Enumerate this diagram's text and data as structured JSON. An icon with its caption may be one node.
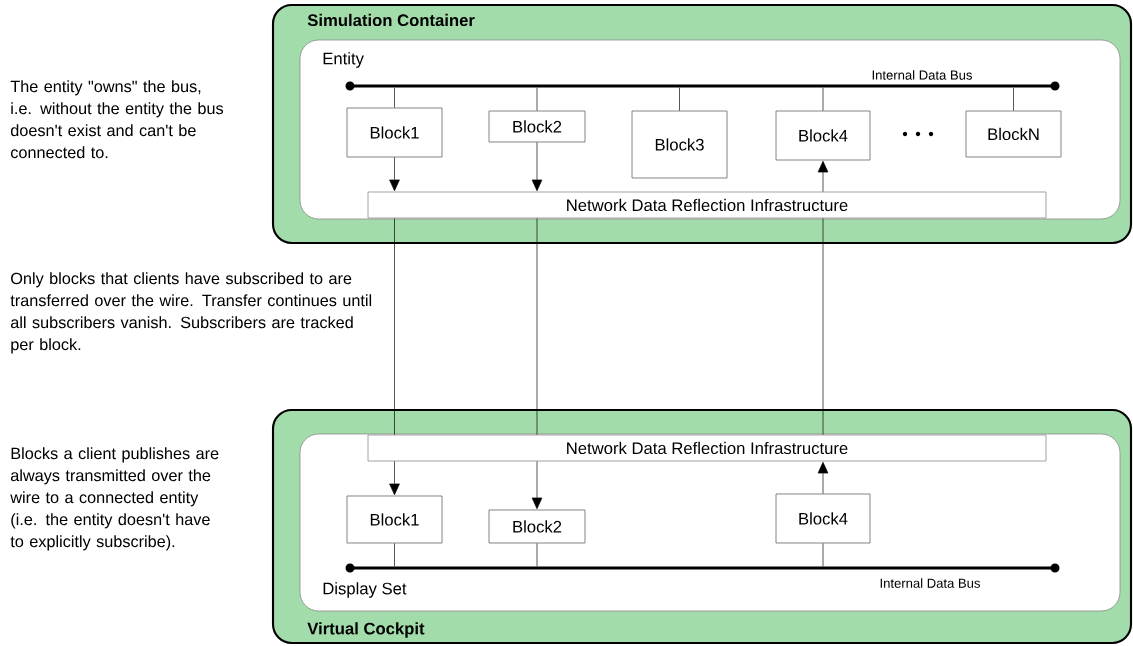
{
  "diagram": {
    "nodes": [
      {
        "text": [
          "Simulation Container"
        ]
      },
      {
        "text": [
          "Entity"
        ],
        "in": 0
      },
      {
        "text": [
          "Internal Data Bus"
        ],
        "in": 1
      },
      {
        "text": [
          "Block1"
        ],
        "in": 1
      },
      {
        "text": [
          "Block2"
        ],
        "in": 1
      },
      {
        "text": [
          "Block3"
        ],
        "in": 1
      },
      {
        "text": [
          "Block4"
        ],
        "in": 1
      },
      {
        "text": [
          "BlockN"
        ],
        "in": 1
      },
      {
        "text": [
          "Network Data Reflection Infrastructure"
        ],
        "in": 1
      },
      {
        "text": [
          "Virtual Cockpit"
        ]
      },
      {
        "text": [
          "Display Set"
        ],
        "in": 9
      },
      {
        "text": [
          "Network Data Reflection Infrastructure"
        ],
        "in": 10
      },
      {
        "text": [
          "Block1"
        ],
        "in": 10
      },
      {
        "text": [
          "Block2"
        ],
        "in": 10
      },
      {
        "text": [
          "Block4"
        ],
        "in": 10
      },
      {
        "text": [
          "Internal Data Bus"
        ],
        "in": 10
      }
    ],
    "edges": [
      {
        "from": 2,
        "to": 3,
        "arrow": "none"
      },
      {
        "from": 2,
        "to": 4,
        "arrow": "none"
      },
      {
        "from": 2,
        "to": 5,
        "arrow": "none"
      },
      {
        "from": 2,
        "to": 6,
        "arrow": "none"
      },
      {
        "from": 2,
        "to": 7,
        "arrow": "none"
      },
      {
        "from": 3,
        "to": 8,
        "arrow": "to"
      },
      {
        "from": 4,
        "to": 8,
        "arrow": "to"
      },
      {
        "from": 8,
        "to": 6,
        "arrow": "to"
      },
      {
        "from": 8,
        "to": 11,
        "arrow": "none"
      },
      {
        "from": 8,
        "to": 11,
        "arrow": "none"
      },
      {
        "from": 8,
        "to": 11,
        "arrow": "none"
      },
      {
        "from": 11,
        "to": 12,
        "arrow": "to"
      },
      {
        "from": 11,
        "to": 13,
        "arrow": "to"
      },
      {
        "from": 14,
        "to": 11,
        "arrow": "to"
      },
      {
        "from": 12,
        "to": 15,
        "arrow": "none"
      },
      {
        "from": 13,
        "to": 15,
        "arrow": "none"
      },
      {
        "from": 14,
        "to": 15,
        "arrow": "none"
      }
    ],
    "labels": [
      "The entity \"owns\" the bus, i.e. without the entity the bus doesn't exist and can't be connected to.",
      "Only blocks that clients have subscribed to are transferred over the wire.  Transfer continues until all subscribers vanish. Subscribers are tracked per block.",
      "Blocks a client publishes are always transmitted over the wire to a connected entity (i.e. the entity doesn't have to explicitly subscribe)."
    ]
  }
}
